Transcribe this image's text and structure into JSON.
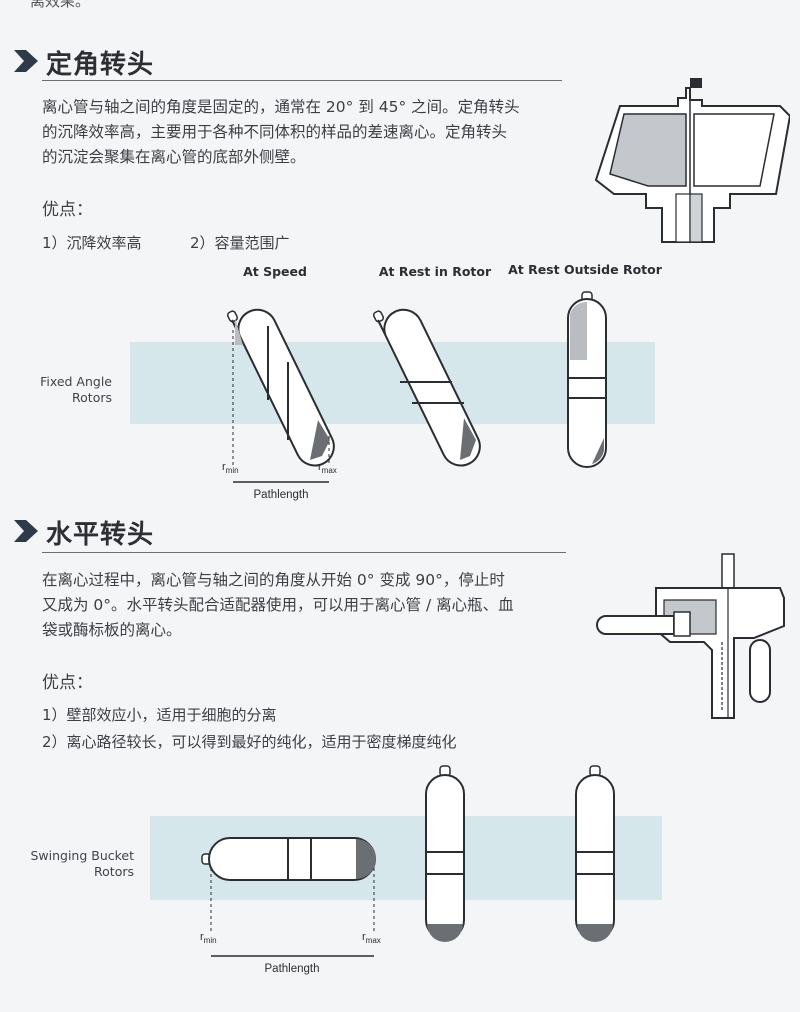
{
  "top_fragment": "离效果。",
  "fixed": {
    "title": "定角转头",
    "paragraph_lines": [
      "离心管与轴之间的角度是固定的，通常在 20° 到 45° 之间。定角转头",
      "的沉降效率高，主要用于各种不同体积的样品的差速离心。定角转头",
      "的沉淀会聚集在离心管的底部外侧壁。"
    ],
    "advantages_label": "优点：",
    "advantages": [
      "1）沉降效率高",
      "2）容量范围广"
    ],
    "diagram": {
      "row_label_lines": [
        "Fixed Angle",
        "Rotors"
      ],
      "columns": [
        "At Speed",
        "At Rest in Rotor",
        "At Rest Outside Rotor"
      ],
      "r_min": "r",
      "r_min_sub": "min",
      "r_max": "r",
      "r_max_sub": "max",
      "pathlength": "Pathlength"
    }
  },
  "swing": {
    "title": "水平转头",
    "paragraph_lines": [
      "在离心过程中，离心管与轴之间的角度从开始 0° 变成 90°，停止时",
      "又成为 0°。水平转头配合适配器使用，可以用于离心管 / 离心瓶、血",
      "袋或酶标板的离心。"
    ],
    "advantages_label": "优点：",
    "advantages": [
      "1）壁部效应小，适用于细胞的分离",
      "2）离心路径较长，可以得到最好的纯化，适用于密度梯度纯化"
    ],
    "diagram": {
      "row_label_lines": [
        "Swinging Bucket",
        "Rotors"
      ],
      "r_min": "r",
      "r_min_sub": "min",
      "r_max": "r",
      "r_max_sub": "max",
      "pathlength": "Pathlength"
    }
  },
  "colors": {
    "accent_band": "#d6e7ec",
    "arrow": "#2d3a4a",
    "tube_stroke": "#2a2d31",
    "pellet": "#6b6e73",
    "shade": "#b9bcc0"
  }
}
